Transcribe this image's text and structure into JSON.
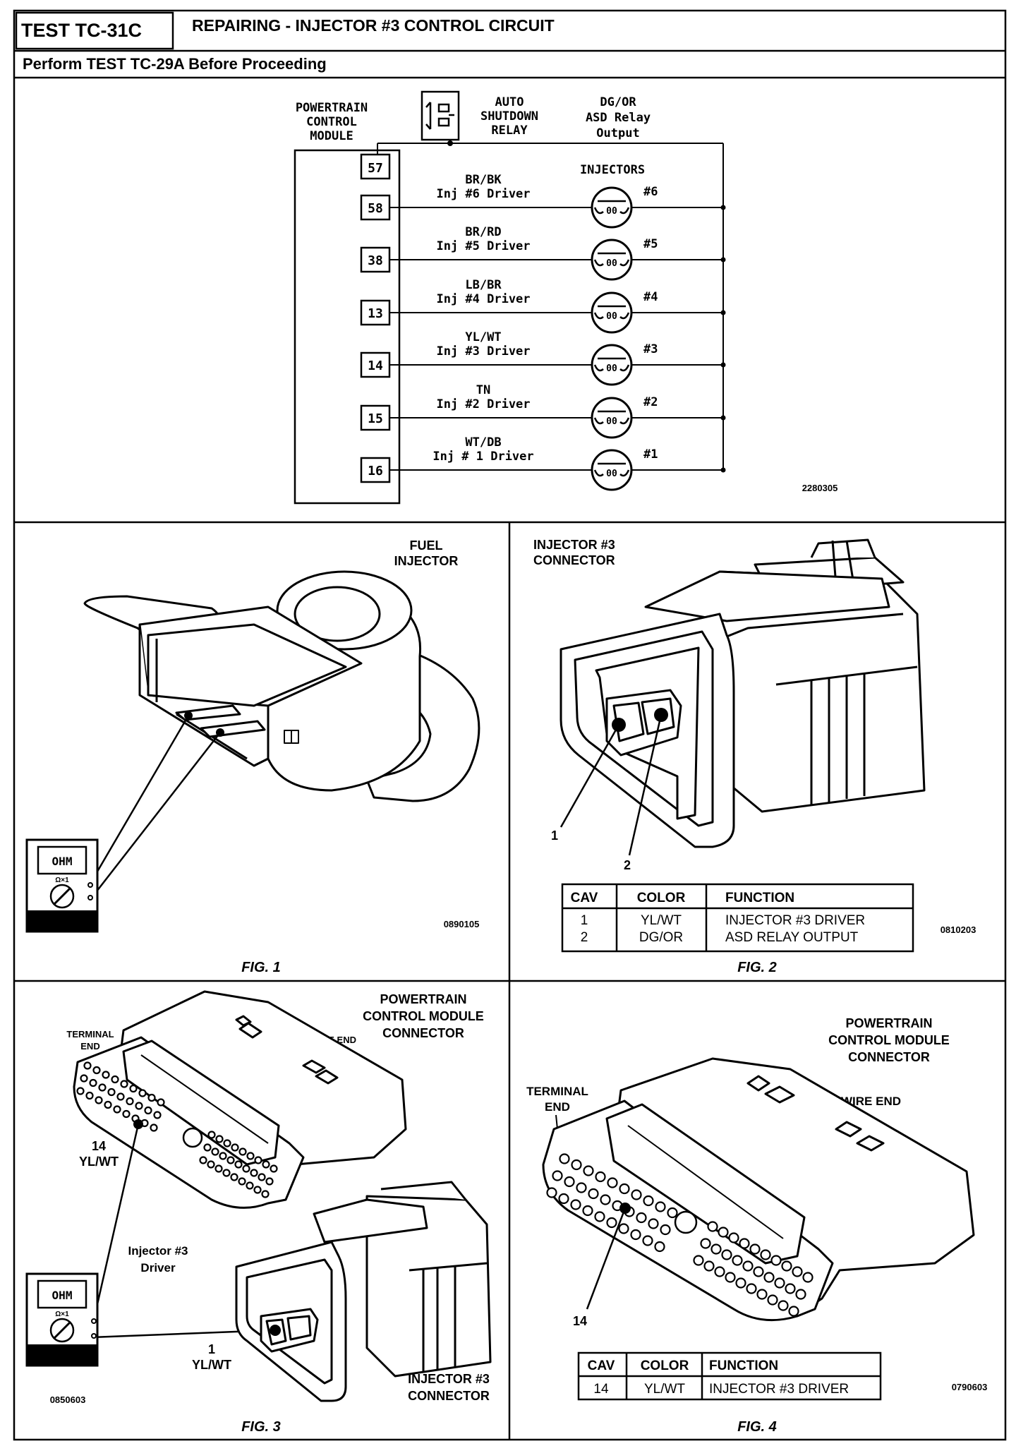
{
  "header": {
    "test_id": "TEST TC-31C",
    "title": "REPAIRING - INJECTOR #3 CONTROL CIRCUIT",
    "subtitle": "Perform TEST TC-29A Before Proceeding"
  },
  "schematic": {
    "pcm_label": [
      "POWERTRAIN",
      "CONTROL",
      "MODULE"
    ],
    "relay_label": [
      "AUTO",
      "SHUTDOWN",
      "RELAY"
    ],
    "asd_label": [
      "DG/OR",
      "ASD Relay",
      "Output"
    ],
    "injectors_label": "INJECTORS",
    "asd_pin": "57",
    "rows": [
      {
        "pin": "58",
        "color": "BR/BK",
        "driver": "Inj #6 Driver",
        "inj": "#6"
      },
      {
        "pin": "38",
        "color": "BR/RD",
        "driver": "Inj #5 Driver",
        "inj": "#5"
      },
      {
        "pin": "13",
        "color": "LB/BR",
        "driver": "Inj #4 Driver",
        "inj": "#4"
      },
      {
        "pin": "14",
        "color": "YL/WT",
        "driver": "Inj #3 Driver",
        "inj": "#3"
      },
      {
        "pin": "15",
        "color": "TN",
        "driver": "Inj #2 Driver",
        "inj": "#2"
      },
      {
        "pin": "16",
        "color": "WT/DB",
        "driver": "Inj # 1 Driver",
        "inj": "#1"
      }
    ],
    "coil_label": "00",
    "code": "2280305"
  },
  "fig1": {
    "label_lines": [
      "FUEL",
      "INJECTOR"
    ],
    "meter": "OHM",
    "range": "Ω×1",
    "code": "0890105",
    "caption": "FIG. 1"
  },
  "fig2": {
    "label_lines": [
      "INJECTOR #3",
      "CONNECTOR"
    ],
    "cav_1": "1",
    "cav_2": "2",
    "table": {
      "headers": [
        "CAV",
        "COLOR",
        "FUNCTION"
      ],
      "rows": [
        [
          "1",
          "YL/WT",
          "INJECTOR #3 DRIVER"
        ],
        [
          "2",
          "DG/OR",
          "ASD RELAY OUTPUT"
        ]
      ]
    },
    "code": "0810203",
    "caption": "FIG. 2"
  },
  "fig3": {
    "label_lines": [
      "POWERTRAIN",
      "CONTROL MODULE",
      "CONNECTOR"
    ],
    "terminal_end": [
      "TERMINAL",
      "END"
    ],
    "wire_end": "WIRE END",
    "pin_label": [
      "14",
      "YL/WT"
    ],
    "driver_label": [
      "Injector #3",
      "Driver"
    ],
    "meter": "OHM",
    "range": "Ω×1",
    "cav_label": [
      "1",
      "YL/WT"
    ],
    "inj_conn": [
      "INJECTOR #3",
      "CONNECTOR"
    ],
    "code": "0850603",
    "caption": "FIG. 3"
  },
  "fig4": {
    "label_lines": [
      "POWERTRAIN",
      "CONTROL MODULE",
      "CONNECTOR"
    ],
    "terminal_end": [
      "TERMINAL",
      "END"
    ],
    "wire_end": "WIRE END",
    "pin": "14",
    "table": {
      "headers": [
        "CAV",
        "COLOR",
        "FUNCTION"
      ],
      "rows": [
        [
          "14",
          "YL/WT",
          "INJECTOR #3 DRIVER"
        ]
      ]
    },
    "code": "0790603",
    "caption": "FIG. 4"
  }
}
